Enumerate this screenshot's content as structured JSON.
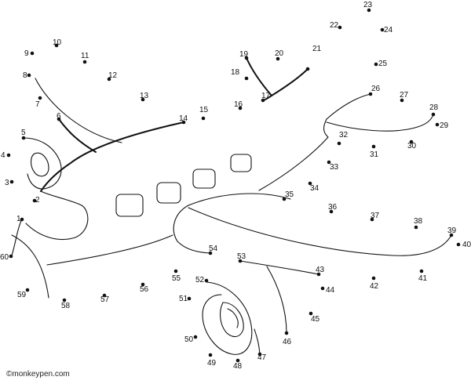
{
  "credit": "©monkeypen.com",
  "dots": [
    {
      "label": "1"
    },
    {
      "label": "2"
    },
    {
      "label": "3"
    },
    {
      "label": "4"
    },
    {
      "label": "5"
    },
    {
      "label": "6"
    },
    {
      "label": "7"
    },
    {
      "label": "8"
    },
    {
      "label": "9"
    },
    {
      "label": "10"
    },
    {
      "label": "11"
    },
    {
      "label": "12"
    },
    {
      "label": "13"
    },
    {
      "label": "14"
    },
    {
      "label": "15"
    },
    {
      "label": "16"
    },
    {
      "label": "17"
    },
    {
      "label": "18"
    },
    {
      "label": "19"
    },
    {
      "label": "20"
    },
    {
      "label": "21"
    },
    {
      "label": "22"
    },
    {
      "label": "23"
    },
    {
      "label": "24"
    },
    {
      "label": "25"
    },
    {
      "label": "26"
    },
    {
      "label": "27"
    },
    {
      "label": "28"
    },
    {
      "label": "29"
    },
    {
      "label": "30"
    },
    {
      "label": "31"
    },
    {
      "label": "32"
    },
    {
      "label": "33"
    },
    {
      "label": "34"
    },
    {
      "label": "35"
    },
    {
      "label": "36"
    },
    {
      "label": "37"
    },
    {
      "label": "38"
    },
    {
      "label": "39"
    },
    {
      "label": "40"
    },
    {
      "label": "41"
    },
    {
      "label": "42"
    },
    {
      "label": "43"
    },
    {
      "label": "44"
    },
    {
      "label": "45"
    },
    {
      "label": "46"
    },
    {
      "label": "47"
    },
    {
      "label": "48"
    },
    {
      "label": "49"
    },
    {
      "label": "50"
    },
    {
      "label": "51"
    },
    {
      "label": "52"
    },
    {
      "label": "53"
    },
    {
      "label": "54"
    },
    {
      "label": "55"
    },
    {
      "label": "56"
    },
    {
      "label": "57"
    },
    {
      "label": "58"
    },
    {
      "label": "59"
    },
    {
      "label": "60"
    }
  ]
}
